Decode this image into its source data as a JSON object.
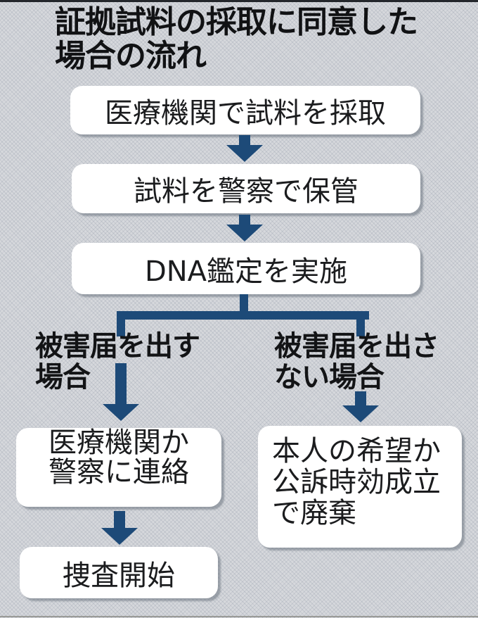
{
  "title": {
    "line1": "証拠試料の採取に同意した",
    "line2": "場合の流れ"
  },
  "flow": {
    "step1": "医療機関で試料を採取",
    "step2": "試料を警察で保管",
    "step3": "DNA鑑定を実施"
  },
  "branches": {
    "left": {
      "label_line1": "被害届を出す",
      "label_line2": "場合",
      "box1_line1": "医療機関か",
      "box1_line2": "警察に連絡",
      "box2": "捜査開始"
    },
    "right": {
      "label_line1": "被害届を出さ",
      "label_line2": "ない場合",
      "box1_line1": "本人の希望か",
      "box1_line2": "公訴時効成立",
      "box1_line3": "で廃棄"
    }
  },
  "colors": {
    "arrow_navy": "#1d4a78",
    "box_background": "#ffffff",
    "page_background": "#d6d8dc",
    "text": "#17181a"
  }
}
